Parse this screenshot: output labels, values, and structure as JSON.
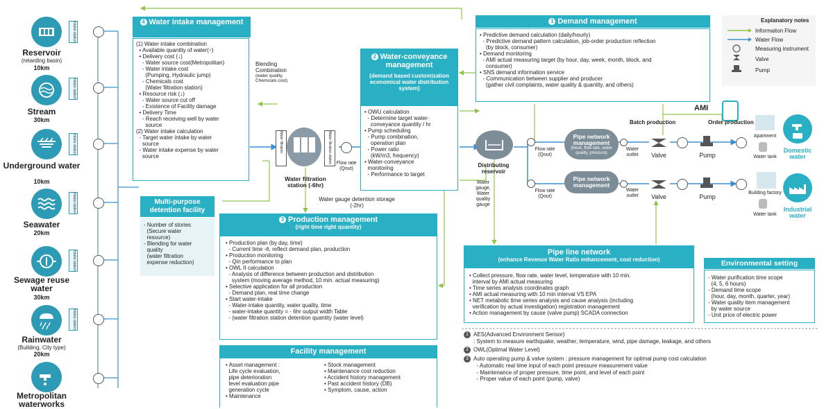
{
  "sources": [
    {
      "name": "Reservoir",
      "sub": "(retarding basin)",
      "dist": "10km",
      "icon": "reservoir-icon"
    },
    {
      "name": "Stream",
      "sub": "",
      "dist": "30km",
      "icon": "stream-icon"
    },
    {
      "name": "Underground water",
      "sub": "",
      "dist": "10km",
      "icon": "underground-water-icon"
    },
    {
      "name": "Seawater",
      "sub": "",
      "dist": "20km",
      "icon": "seawater-icon"
    },
    {
      "name": "Sewage reuse water",
      "sub": "",
      "dist": "30km",
      "icon": "sewage-icon"
    },
    {
      "name": "Rainwater",
      "sub": "(Building, City type)",
      "dist": "20km",
      "icon": "rainwater-icon"
    },
    {
      "name": "Metropolitan waterworks",
      "sub": "",
      "dist": "",
      "icon": "faucet-icon"
    }
  ],
  "intake_station_label": "Intake station",
  "water_intake": {
    "number": "4",
    "title": "Water intake management",
    "lines": [
      "(1) Water intake combination",
      "  • Available quantity of water(↑)",
      "  • Delivery cost (↓)",
      "    - Water source cost(Metropolitan)",
      "    - Water intake cost",
      "      (Pumping, Hydraulic jump)",
      "    - Chemicals cost",
      "      (Water filtration station)",
      "  • Resource risk (↓)",
      "    - Water source cut off",
      "    - Existence of Facility damage",
      "  • Delivery Time",
      "    - Reach receiving well by water",
      "      source",
      "(2) Water intake calculation",
      "  - Target water intake by water",
      "    source",
      "  - Water intake expense by water",
      "    source"
    ]
  },
  "blending": {
    "title": "Blending Combination",
    "sub": "(water quality, Chemicals cost)"
  },
  "detention": {
    "title": "Multi-purpose detention facility",
    "lines": [
      "- Number of stories",
      "  (Secure water",
      "  resource)",
      "- Blending for water",
      "  quality",
      "  (water filtration",
      "  expense reduction)"
    ]
  },
  "filtration": {
    "label": "Water filtration station (-6hr)",
    "left_tag": "Water filtration",
    "right_tag": "Water filtration station",
    "flow_label": "Flow rate (Qout)",
    "gauge_label": "Water gauge detention storage (-2hr)"
  },
  "conveyance": {
    "number": "2",
    "title": "Water-conveyance management",
    "subtitle": "(demand based customization economical water distribution system)",
    "lines": [
      "• OWU calculation",
      "  - Determine target water-",
      "    conveyance quantity / hr",
      "• Pump scheduling",
      "  - Pump combination,",
      "    operation plan",
      "  - Power ratio",
      "    (kW/m3, frequency)",
      "• Water-conveyance",
      "  monitoring",
      "  - Performance to target"
    ]
  },
  "demand": {
    "number": "1",
    "title": "Demand management",
    "lines": [
      "• Predictive demand calculation (daily/hourly)",
      "  - Predictive demand pattern calculation, job-order production reflection",
      "    (by block, consumer)",
      "• Demand monitoring",
      "  - AMI actual measuring target (by hour, day, week, month, block, and",
      "    consumer)",
      "• SNS demand information service",
      "  - Communication between supplier and producer",
      "    (gather civil complaints, water quality & quantity, and others)"
    ]
  },
  "legend": {
    "title": "Explanatory notes",
    "items": [
      "Informaiton Flow",
      "Water Flow",
      "Measuring instrument",
      "Valve",
      "Pump"
    ]
  },
  "network": {
    "ami": "AMI",
    "batch": "Batch production",
    "order": "Order production",
    "distributing": "Distributing reservoir",
    "flow_rate": "Flow rate (Qout)",
    "pipe1": "Pipe network management",
    "pipe1_sub": "(block, flow rate, water quality, pressure)",
    "pipe2": "Pipe network management",
    "water_outlet": "Water outlet",
    "valve": "Valve",
    "pump": "Pump",
    "apartment": "Apartment",
    "building": "Building factory",
    "water_tank": "Water tank",
    "domestic": "Domestic water",
    "industrial": "Industrial water",
    "gauge_note": "Water gauge, Water quality gauge"
  },
  "production": {
    "number": "3",
    "title": "Production management",
    "subtitle": "(right time right quantity)",
    "lines": [
      "• Production plan (by day, time)",
      "  - Current time -6, reflect demand plan, production",
      "• Production monitoring",
      "  - Qin performance to plan",
      "• OWL II calculation",
      "  - Analysis of difference between production and distribution",
      "    system (moving average method, 10 min. actual measuring)",
      "• Selective application for all production",
      "  - Demand plan, real time change",
      "• Start water-intake",
      "  - Water-intake quantity, water quality, time",
      "  - water-intake quantity = - 6hr output width Table",
      "  - (water filtration station detention quantity (water level)"
    ]
  },
  "facility": {
    "title": "Facility management",
    "left": [
      "• Asset management :",
      "  Life cycle evaluation,",
      "  pipe deterioration",
      "  level evaluation pipe",
      "  generation cycle",
      "• Maintenance"
    ],
    "right": [
      "• Stock management",
      "• Maintenance cost reduction",
      "• Accident history management",
      "• Past accident history (DB)",
      "• Symptom, cause, action"
    ]
  },
  "pipeline": {
    "title": "Pipe line network",
    "subtitle": "(enhance Revenue Water Ratio enhancement, cost reduction)",
    "lines": [
      "• Collect pressure, flow rate, water level, temperature with 10 min.",
      "  interval by AMI actual measuring",
      "• Time series analysis coordinates graph",
      "• AMI actual measuring with 10 min interval VS EPA",
      "• NET metabolic time series analysis and cause analysis (including",
      "  verification by actual investigation) registration management",
      "• Action management by cause (valve pump) SCADA connection"
    ]
  },
  "environment": {
    "title": "Environmental setting",
    "lines": [
      "- Water purification time scope",
      "  (4, 5, 6 hours)",
      "- Demand time scope",
      "  (hour, day, month, quarter, year)",
      "- Water quality item management",
      "  by water source",
      "- Unit price of electric power"
    ]
  },
  "notes": [
    {
      "n": "1",
      "lines": [
        "AES(Advanced Environment Sensor)",
        ": System to measure earthquake, weather, temperature, wind, pipe damage, leakage, and others"
      ]
    },
    {
      "n": "2",
      "lines": [
        "OWL(Optimal Water Level)"
      ]
    },
    {
      "n": "3",
      "lines": [
        "Auto operating pump & valve system : pressure management for optimal pump cost calculation",
        "  - Automatic real time input of each point pressure measurement value",
        "  - Maintenance of proper pressure, time point, and level of each point",
        "  - Proper value of each point (pump, valve)"
      ]
    }
  ]
}
